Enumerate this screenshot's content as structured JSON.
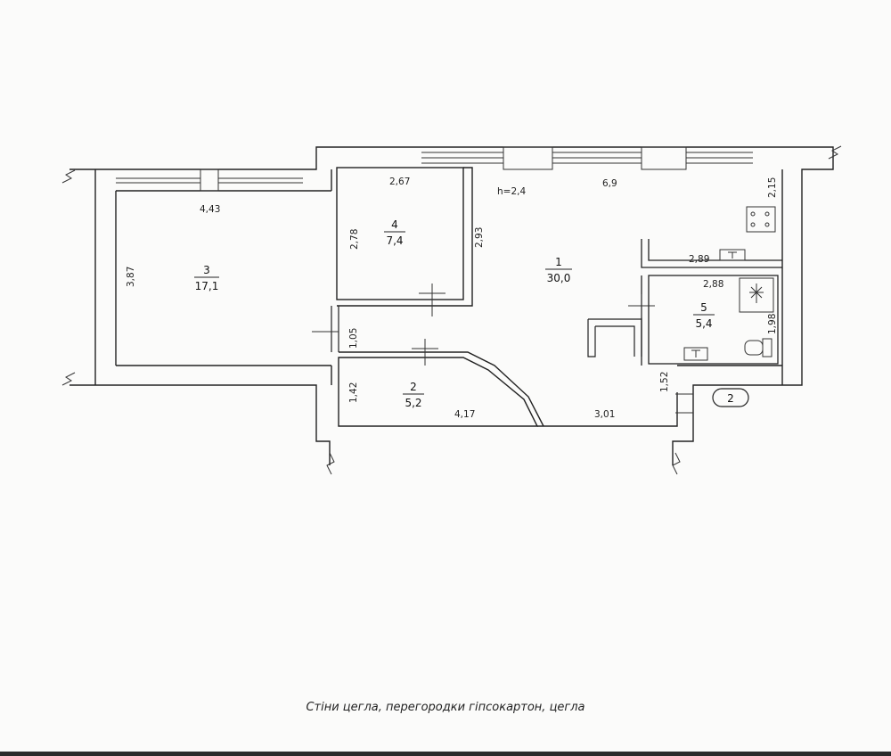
{
  "plan": {
    "ceiling_height": "h=2,4",
    "section_marker": "2",
    "rooms": [
      {
        "number": "1",
        "area": "30,0"
      },
      {
        "number": "2",
        "area": "5,2"
      },
      {
        "number": "3",
        "area": "17,1"
      },
      {
        "number": "4",
        "area": "7,4"
      },
      {
        "number": "5",
        "area": "5,4"
      }
    ],
    "dims": {
      "r3_w": "4,43",
      "r3_h": "3,87",
      "r4_w": "2,67",
      "r4_h": "2,78",
      "r4_side": "2,93",
      "r1_w": "6,9",
      "kitchen": "2,15",
      "r1_bottom": "2,89",
      "r1_right": "1,52",
      "r5_w": "2,88",
      "r5_h": "1,98",
      "corr": "1,05",
      "r2_h": "1,42",
      "r2_w": "4,17",
      "r2_w2": "3,01"
    }
  },
  "caption": "Стіни цегла, перегородки гіпсокартон, цегла"
}
